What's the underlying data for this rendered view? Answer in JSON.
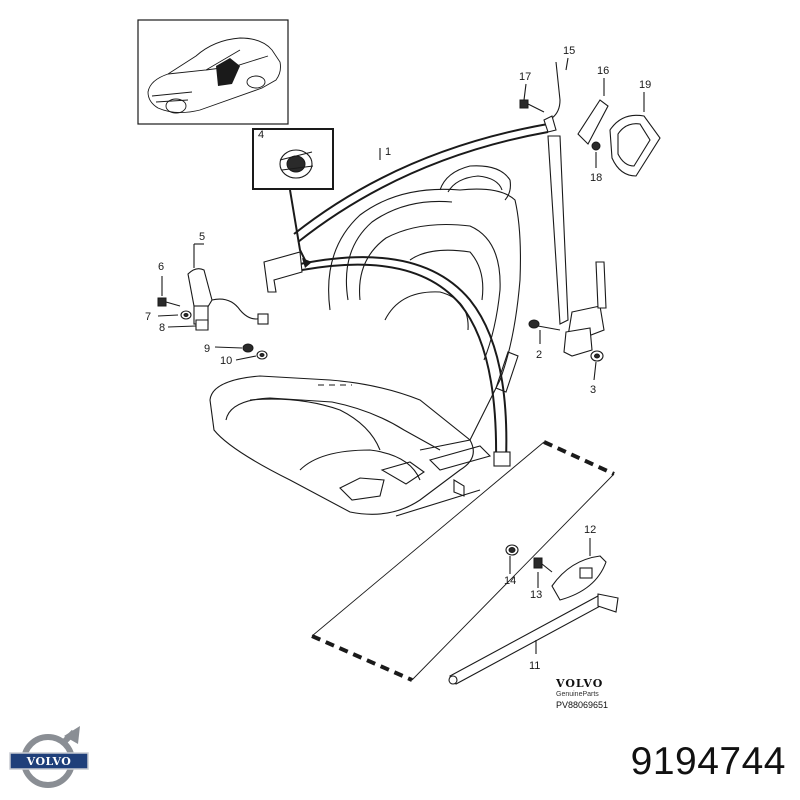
{
  "callouts": [
    "1",
    "2",
    "3",
    "4",
    "5",
    "6",
    "7",
    "8",
    "9",
    "10",
    "11",
    "12",
    "13",
    "14",
    "15",
    "16",
    "17",
    "18",
    "19"
  ],
  "brand": {
    "name": "VOLVO",
    "subtitle": "GenuineParts",
    "drawing_code": "PV88069651"
  },
  "part_number": "9194744",
  "logo_text": "VOLVO"
}
